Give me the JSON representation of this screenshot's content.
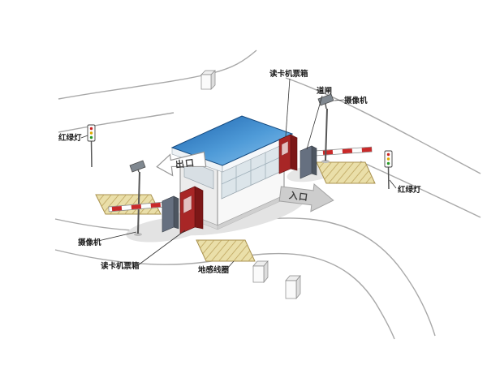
{
  "diagram": {
    "type": "parking-barrier-system-schematic",
    "labels": {
      "reader_top": "读卡机票箱",
      "gate": "道闸",
      "camera_top": "摄像机",
      "light_left": "红绿灯",
      "light_right": "红绿灯",
      "camera_bottom": "摄像机",
      "reader_bottom": "读卡机票箱",
      "coil": "地感线圈"
    },
    "arrows": {
      "exit": "出口",
      "entrance": "入口"
    },
    "colors": {
      "roof_blue": "#2e77b8",
      "machine_red": "#a82626",
      "arm_stripe_red": "#c92a2a",
      "coil_yellow": "#eadfa9",
      "road_gray": "#a8a8a8"
    }
  }
}
